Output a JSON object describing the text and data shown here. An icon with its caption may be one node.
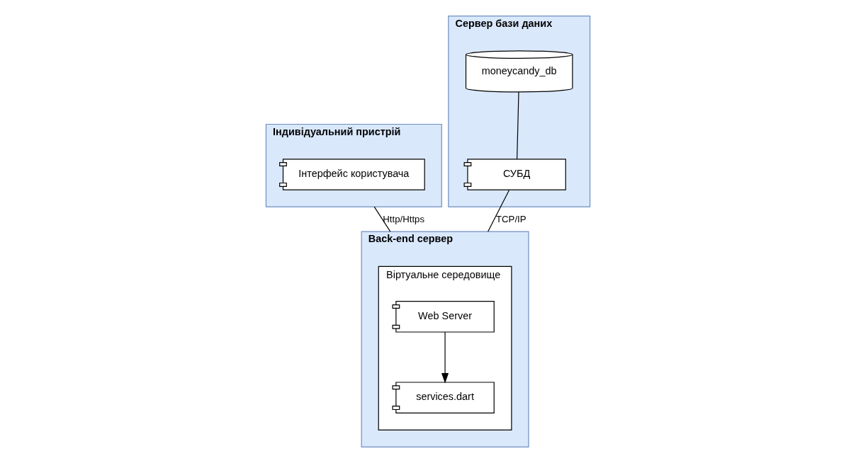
{
  "diagram": {
    "nodes": [
      {
        "text": [
          "Індивідуальний пристрій"
        ]
      },
      {
        "text": [
          "Інтерфейс користувача"
        ],
        "in": 0
      },
      {
        "text": [
          "Сервер бази даних"
        ]
      },
      {
        "text": [
          "moneycandy_db"
        ],
        "in": 2
      },
      {
        "text": [
          "СУБД"
        ],
        "in": 2
      },
      {
        "text": [
          "Back-end сервер"
        ]
      },
      {
        "text": [
          "Віртуальне середовище"
        ],
        "in": 5
      },
      {
        "text": [
          "Web Server"
        ],
        "in": 6
      },
      {
        "text": [
          "services.dart"
        ],
        "in": 6
      }
    ],
    "edges": [
      {
        "from": 0,
        "to": 5,
        "arrow": "none",
        "label": "Http/Https"
      },
      {
        "from": 3,
        "to": 4,
        "arrow": "none"
      },
      {
        "from": 4,
        "to": 5,
        "arrow": "none",
        "label": "TCP/IP"
      },
      {
        "from": 7,
        "to": 8,
        "arrow": "to"
      }
    ]
  }
}
